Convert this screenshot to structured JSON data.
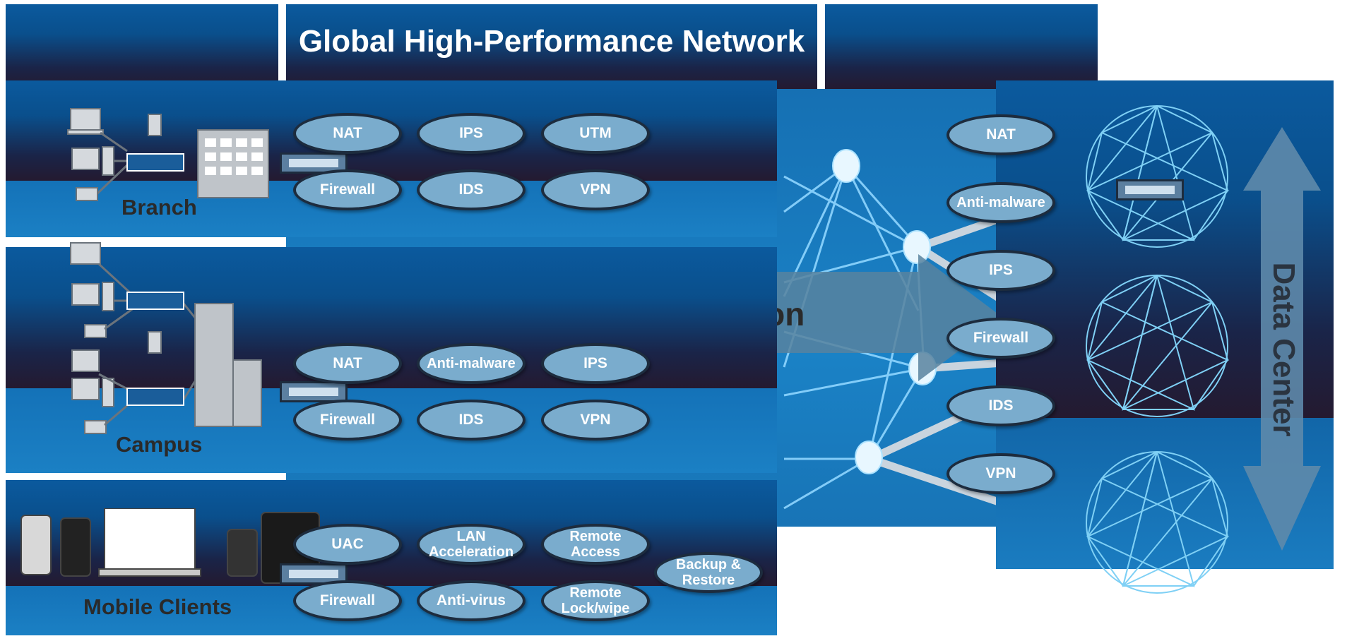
{
  "header": {
    "title": "Global High-Performance Network"
  },
  "center": {
    "partial_text": "tion"
  },
  "branch": {
    "label": "Branch",
    "services": [
      "NAT",
      "IPS",
      "UTM",
      "Firewall",
      "IDS",
      "VPN"
    ]
  },
  "campus": {
    "label": "Campus",
    "services": [
      "NAT",
      "Anti-malware",
      "IPS",
      "Firewall",
      "IDS",
      "VPN"
    ]
  },
  "mobile": {
    "label": "Mobile Clients",
    "services": [
      "UAC",
      "LAN Acceleration",
      "Remote Access",
      "Firewall",
      "Anti-virus",
      "Remote Lock/wipe",
      "Backup & Restore"
    ]
  },
  "datacenter": {
    "label": "Data Center",
    "services": [
      "NAT",
      "Anti-malware",
      "IPS",
      "Firewall",
      "IDS",
      "VPN"
    ]
  },
  "colors": {
    "oval_fill": "#7aaccd",
    "oval_border": "#1d2c3e",
    "panel_top": "#0b5a9e",
    "panel_dark": "#1a2448",
    "mesh": "#7fd0f5"
  }
}
